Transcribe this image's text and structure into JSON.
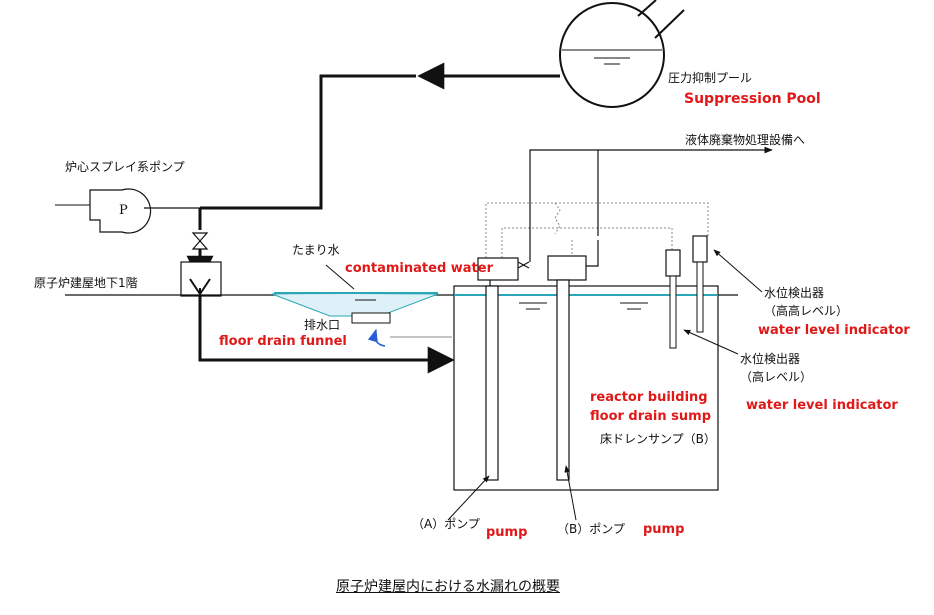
{
  "labels": {
    "suppression_pool_jp": "圧力抑制プール",
    "suppression_pool_en": "Suppression Pool",
    "liquid_waste_jp": "液体廃棄物処理設備へ",
    "core_spray_pump_jp": "炉心スプレイ系ポンプ",
    "pump_symbol": "P",
    "pooled_water_jp": "たまり水",
    "contaminated_water_en": "contaminated water",
    "basement_jp": "原子炉建屋地下1階",
    "drain_outlet_jp": "排水口",
    "floor_drain_funnel_en": "floor drain funnel",
    "level_hh_jp_1": "水位検出器",
    "level_hh_jp_2": "（高高レベル）",
    "level_hh_en": "water level indicator",
    "level_h_jp_1": "水位検出器",
    "level_h_jp_2": "（高レベル）",
    "level_h_en": "water level indicator",
    "sump_en_1": "reactor building",
    "sump_en_2": "floor drain sump",
    "sump_jp": "床ドレンサンプ（B）",
    "pump_a_jp": "（A）ポンプ",
    "pump_a_en": "pump",
    "pump_b_jp": "（B）ポンプ",
    "pump_b_en": "pump",
    "caption": "原子炉建屋内における水漏れの概要"
  },
  "colors": {
    "line": "#111111",
    "annotation_red": "#e01818",
    "water_fill": "#dff1f8",
    "water_line": "#2aa6b6",
    "leak_arrow": "#2a5bd7",
    "dotted": "#8a8a8a"
  }
}
